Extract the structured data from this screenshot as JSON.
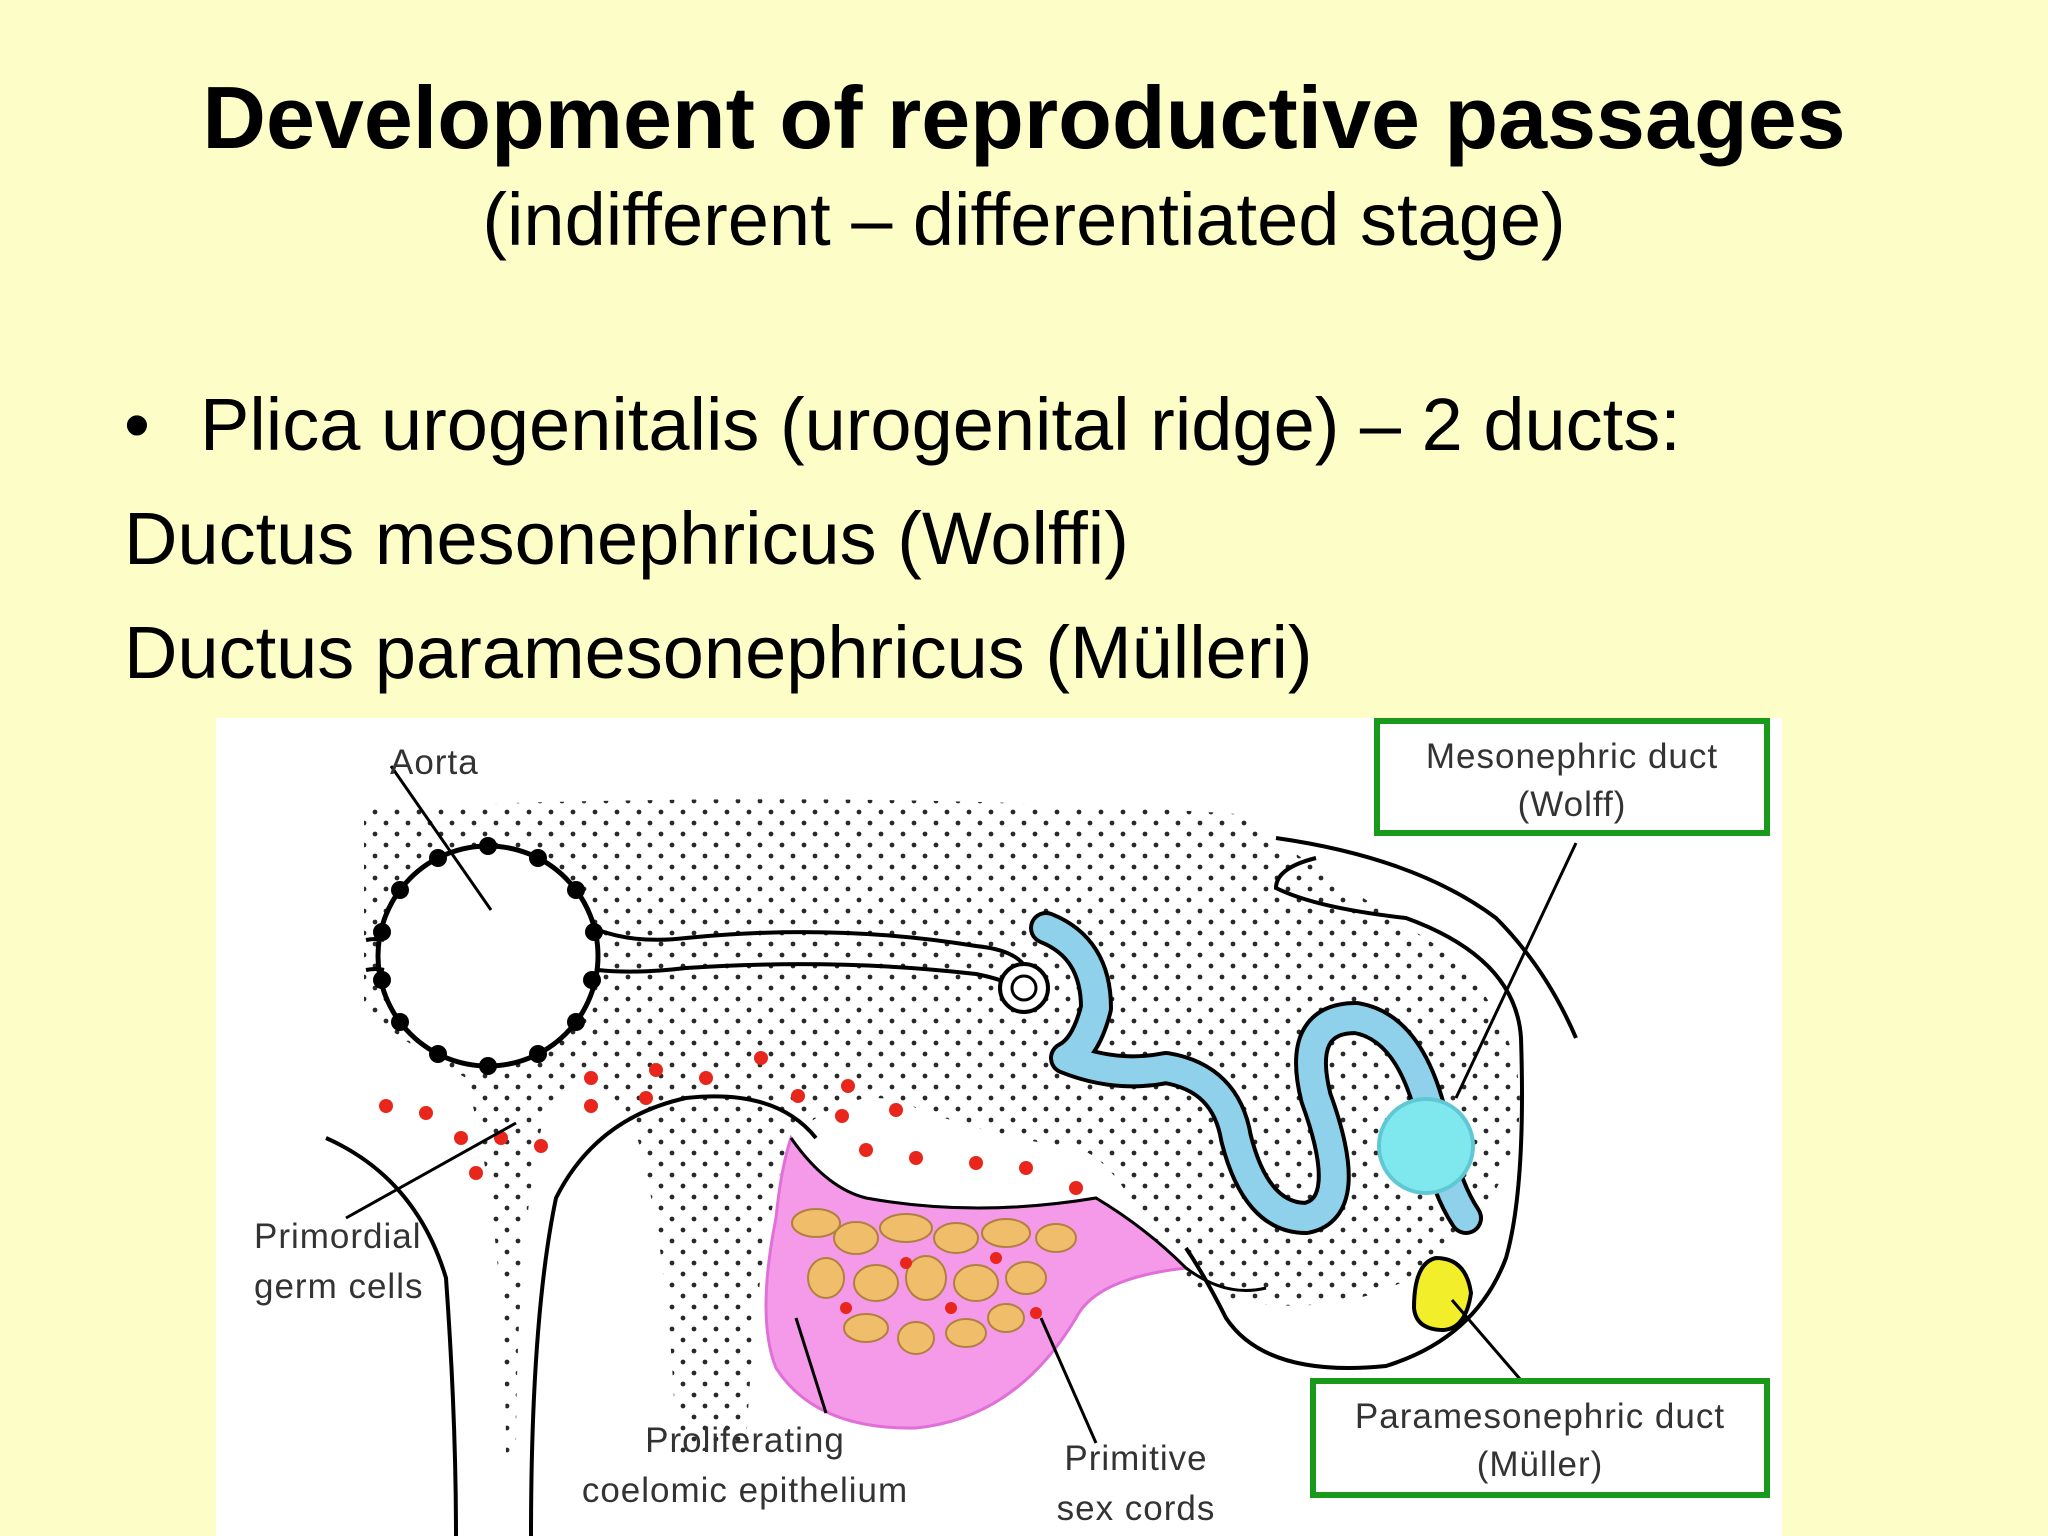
{
  "slide": {
    "title": "Development of reproductive passages",
    "subtitle": "(indifferent – differentiated stage)",
    "bullet_symbol": "•",
    "bullet_text": "Plica urogenitalis (urogenital ridge) – 2 ducts:",
    "line1": "Ductus mesonephricus (Wolffi)",
    "line2": "Ductus paramesonephricus (Mülleri)"
  },
  "figure": {
    "aorta": "Aorta",
    "mesonephric_line1": "Mesonephric duct",
    "mesonephric_line2": "(Wolff)",
    "primordial_line1": "Primordial",
    "primordial_line2": "germ cells",
    "proliferating_line1": "Proliferating",
    "proliferating_line2": "coelomic epithelium",
    "primitive_line1": "Primitive",
    "primitive_line2": "sex cords",
    "paramesonephric_line1": "Paramesonephric duct",
    "paramesonephric_line2": "(Müller)",
    "colors": {
      "background": "#fdfdc8",
      "highlight_box": "#1a9a1a",
      "mesonephric_tubule": "#8fd0ea",
      "mesonephric_duct": "#7fe8ef",
      "paramesonephric_duct": "#f3ee2a",
      "epithelium": "#f49ae8",
      "sex_cords": "#f0be6a",
      "germ_cells": "#e8261c"
    }
  }
}
